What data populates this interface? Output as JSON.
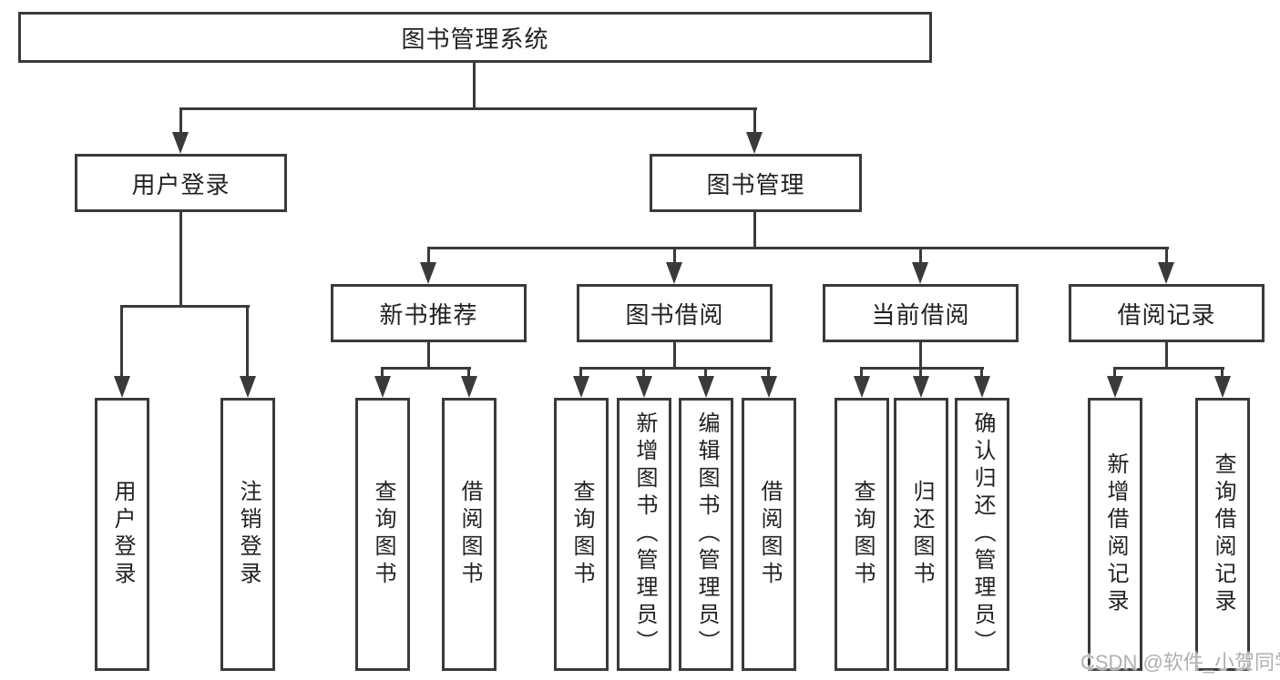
{
  "tree": {
    "root": "图书管理系统",
    "level2": [
      "用户登录",
      "图书管理"
    ],
    "level3": [
      "新书推荐",
      "图书借阅",
      "当前借阅",
      "借阅记录"
    ],
    "children": {
      "user_login": [
        "用户登录",
        "注销登录"
      ],
      "new_book_recommend": [
        "查询图书",
        "借阅图书"
      ],
      "book_borrow": [
        "查询图书",
        "新增图书（管理员）",
        "编辑图书（管理员）",
        "借阅图书"
      ],
      "current_borrow": [
        "查询图书",
        "归还图书",
        "确认归还（管理员）"
      ],
      "borrow_records": [
        "新增借阅记录",
        "查询借阅记录"
      ]
    }
  },
  "watermark": "CSDN @软件_小贺同学",
  "colors": {
    "line": "#3a3a3a",
    "text": "#222222",
    "background": "#ffffff",
    "watermark": "#b0b0b0"
  }
}
